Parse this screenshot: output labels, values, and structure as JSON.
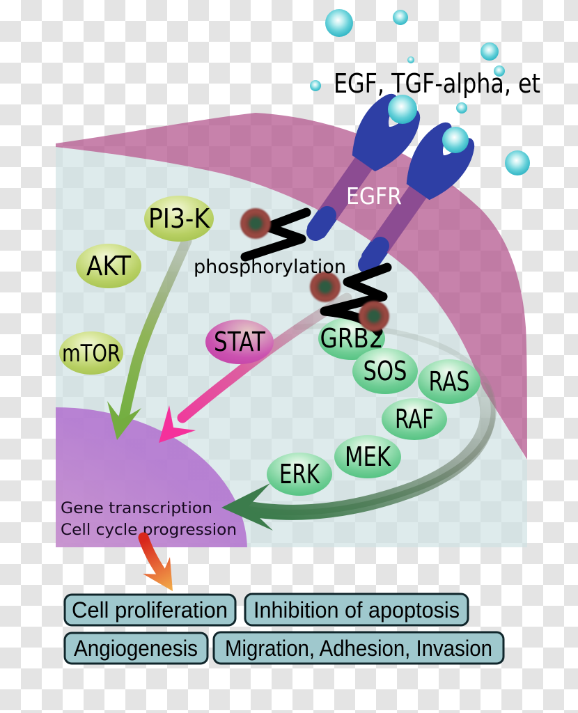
{
  "diagram": {
    "ligands_title": "EGF, TGF-alpha, et",
    "receptor_label": "EGFR",
    "process_label": "phosphorylation",
    "nucleus_line1": "Gene transcription",
    "nucleus_line2": "Cell cycle progression",
    "nodes": {
      "pi3k": "PI3-K",
      "akt": "AKT",
      "mtor": "mTOR",
      "stat": "STAT",
      "grb2": "GRB2",
      "sos": "SOS",
      "ras": "RAS",
      "raf": "RAF",
      "mek": "MEK",
      "erk": "ERK"
    },
    "outcomes": {
      "box1": "Cell proliferation",
      "box2": "Inhibition of apoptosis",
      "box3": "Angiogenesis",
      "box4": "Migration, Adhesion, Invasion"
    },
    "colors": {
      "membrane_pink": "#b2528b",
      "cytoplasm_blue": "#cde0e2",
      "nucleus_purple": "#b272cf",
      "nucleus_pink": "#e8b8c6",
      "receptor_blue": "#2e3fa5",
      "ligand_cyan": "#2cb3c3",
      "kinase_node_green": "#9dbd48",
      "mapk_node_green": "#43bb76",
      "stat_magenta": "#c23ea6",
      "pink_arrow": "#f5309b",
      "green_arrow": "#74ac40",
      "dark_green_arrow": "#3c7c4c",
      "orange_arrow_start": "#d8271c",
      "orange_arrow_end": "#f2b04a",
      "outcome_box_fill": "#9fc8cd",
      "outcome_box_border": "#10262b",
      "checker_gray": "#e4e4e4"
    }
  }
}
